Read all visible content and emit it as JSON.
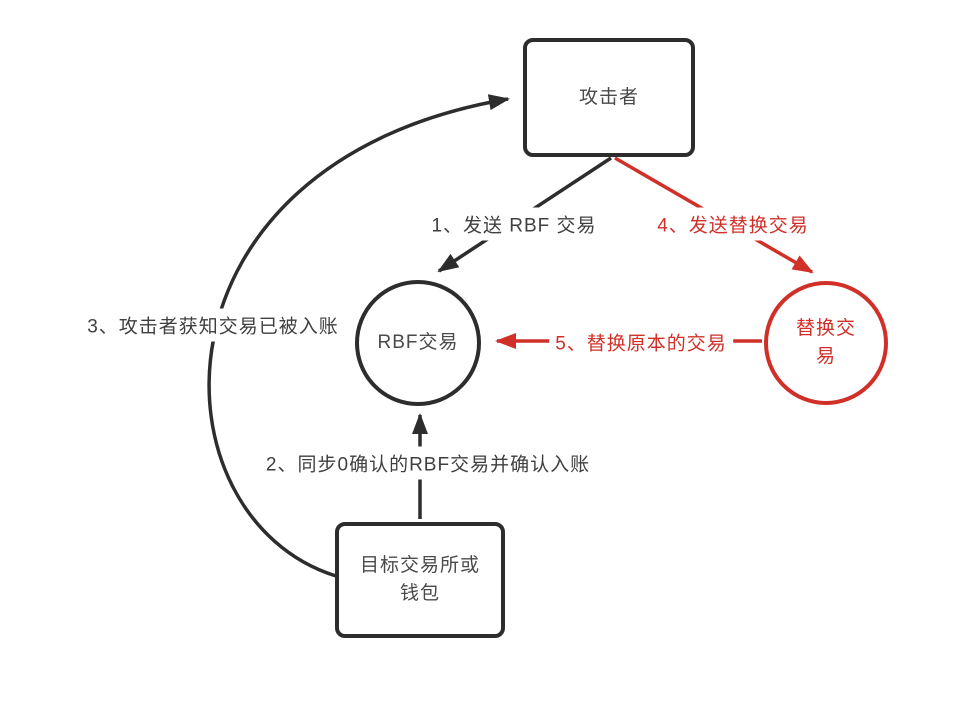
{
  "diagram": {
    "nodes": {
      "attacker": {
        "label": "攻击者",
        "shape": "rect",
        "color": "#2d2d2d"
      },
      "rbf_tx": {
        "label": "RBF交易",
        "shape": "circle",
        "color": "#2d2d2d"
      },
      "replacement_tx": {
        "label": "替换交\n易",
        "shape": "circle",
        "color": "#d03028"
      },
      "exchange": {
        "label": "目标交易所或\n钱包",
        "shape": "rect",
        "color": "#2d2d2d"
      }
    },
    "edges": [
      {
        "step": "1",
        "label": "1、发送 RBF 交易",
        "from": "attacker",
        "to": "rbf_tx",
        "color": "#2d2d2d"
      },
      {
        "step": "2",
        "label": "2、同步0确认的RBF交易并确认入账",
        "from": "exchange",
        "to": "rbf_tx",
        "color": "#2d2d2d"
      },
      {
        "step": "3",
        "label": "3、攻击者获知交易已被入账",
        "from": "exchange",
        "to": "attacker",
        "color": "#2d2d2d"
      },
      {
        "step": "4",
        "label": "4、发送替换交易",
        "from": "attacker",
        "to": "replacement_tx",
        "color": "#d03028"
      },
      {
        "step": "5",
        "label": "5、替换原本的交易",
        "from": "replacement_tx",
        "to": "rbf_tx",
        "color": "#d03028"
      }
    ],
    "colors": {
      "line_black": "#2d2d2d",
      "line_red": "#d03028",
      "background": "#ffffff"
    }
  }
}
